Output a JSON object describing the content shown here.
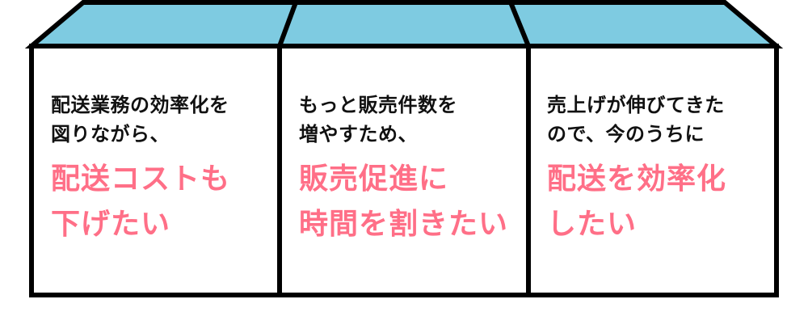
{
  "colors": {
    "top_face": "#7ECBE1",
    "outline": "#000000",
    "highlight_text": "#FF6F87",
    "body_text": "#111111"
  },
  "panels": [
    {
      "lead": "配送業務の効率化を\n図りながら、",
      "headline": "配送コストも\n下げたい"
    },
    {
      "lead": "もっと販売件数を\n増やすため、",
      "headline": "販売促進に\n時間を割きたい"
    },
    {
      "lead": "売上げが伸びてきた\nので、今のうちに",
      "headline": "配送を効率化\nしたい"
    }
  ]
}
